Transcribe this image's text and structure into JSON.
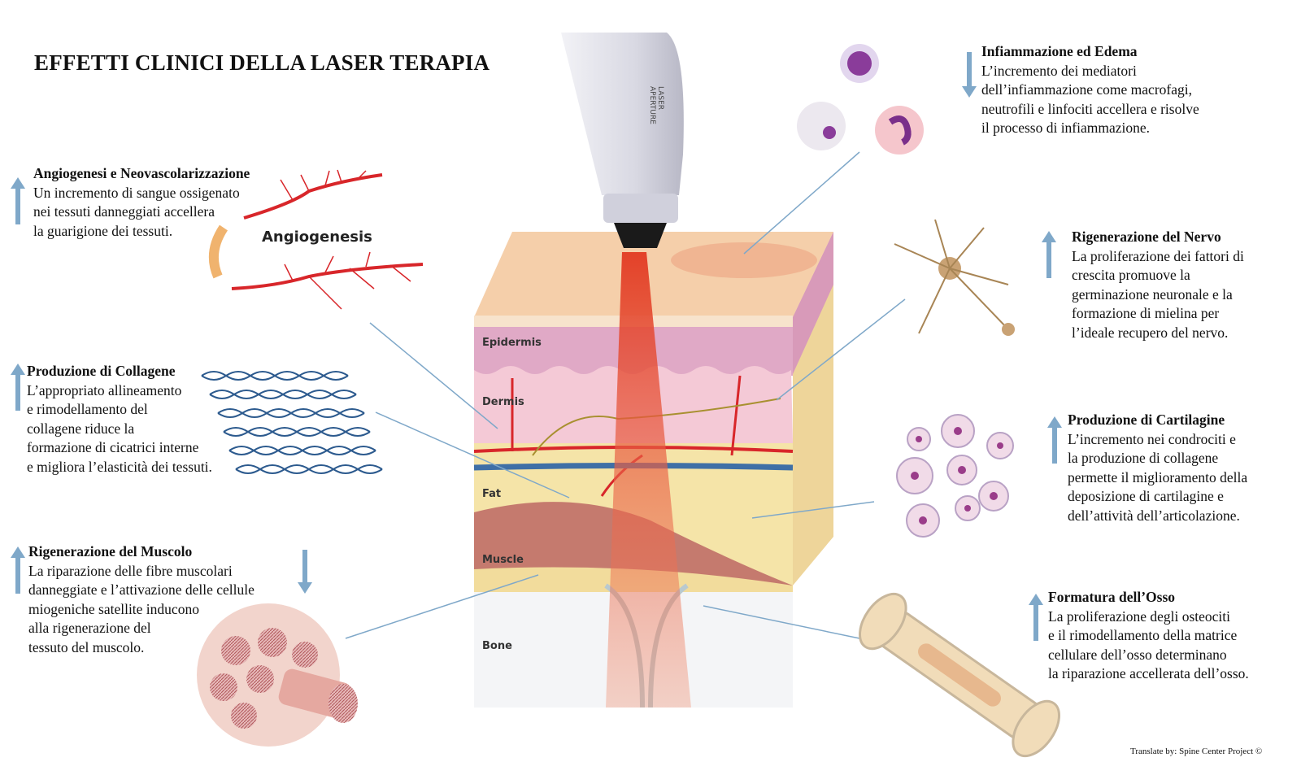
{
  "title": "EFFETTI CLINICI DELLA LASER TERAPIA",
  "device_label": [
    "LASER",
    "APERTURE"
  ],
  "angiogenesis_label": "Angiogenesis",
  "layers": [
    "Epidermis",
    "Dermis",
    "Fat",
    "Muscle",
    "Bone"
  ],
  "effects": [
    {
      "direction": "up",
      "heading": "Angiogenesi e Neovascolarizzazione",
      "lines": [
        "Un incremento di sangue ossigenato",
        "nei tessuti danneggiati accellera",
        "la guarigione dei tessuti."
      ]
    },
    {
      "direction": "up",
      "heading": "Produzione di Collagene",
      "lines": [
        "L’appropriato allineamento",
        "e rimodellamento del",
        "collagene riduce la",
        "formazione di cicatrici interne",
        "e migliora l’elasticità dei tessuti."
      ]
    },
    {
      "direction": "up",
      "heading": "Rigenerazione del Muscolo",
      "lines": [
        "La riparazione delle fibre muscolari",
        "danneggiate e l’attivazione delle cellule",
        "miogeniche satellite inducono",
        "alla rigenerazione del",
        "tessuto del muscolo."
      ]
    },
    {
      "direction": "down",
      "heading": "Infiammazione ed Edema",
      "lines": [
        "L’incremento dei mediatori",
        "dell’infiammazione come macrofagi,",
        "neutrofili e linfociti accellera e risolve",
        "il processo di infiammazione."
      ]
    },
    {
      "direction": "up",
      "heading": "Rigenerazione del Nervo",
      "lines": [
        "La proliferazione dei fattori di",
        "crescita promuove la",
        "germinazione neuronale e la",
        "formazione di mielina per",
        "l’ideale recupero del nervo."
      ]
    },
    {
      "direction": "up",
      "heading": "Produzione di Cartilagine",
      "lines": [
        "L’incremento nei condrociti e",
        "la produzione di collagene",
        "permette il miglioramento della",
        "deposizione di cartilagine e",
        "dell’attività dell’articolazione."
      ]
    },
    {
      "direction": "up",
      "heading": "Formatura dell’Osso",
      "lines": [
        "La proliferazione degli osteociti",
        "e il rimodellamento della matrice",
        "cellulare dell’osso determinano",
        "la riparazione accellerata dell’osso."
      ]
    }
  ],
  "footer": "Translate by: Spine Center Project ©",
  "colors": {
    "arrow": "#7fa8c9",
    "beam": "#e8432a",
    "vessel": "#d8262a",
    "vein": "#3f6fa6"
  }
}
